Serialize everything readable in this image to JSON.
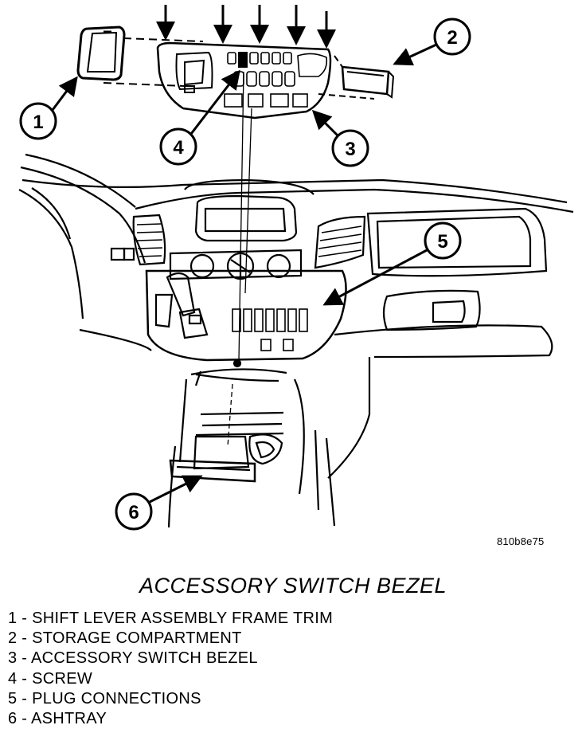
{
  "figure": {
    "id": "810b8e75",
    "title": "ACCESSORY SWITCH BEZEL"
  },
  "callouts": [
    {
      "number": "1",
      "label": "SHIFT LEVER ASSEMBLY FRAME TRIM"
    },
    {
      "number": "2",
      "label": "STORAGE COMPARTMENT"
    },
    {
      "number": "3",
      "label": "ACCESSORY SWITCH BEZEL"
    },
    {
      "number": "4",
      "label": "SCREW"
    },
    {
      "number": "5",
      "label": "PLUG CONNECTIONS"
    },
    {
      "number": "6",
      "label": "ASHTRAY"
    }
  ],
  "legend_separator": " - ",
  "colors": {
    "ink": "#000000",
    "paper": "#ffffff"
  }
}
